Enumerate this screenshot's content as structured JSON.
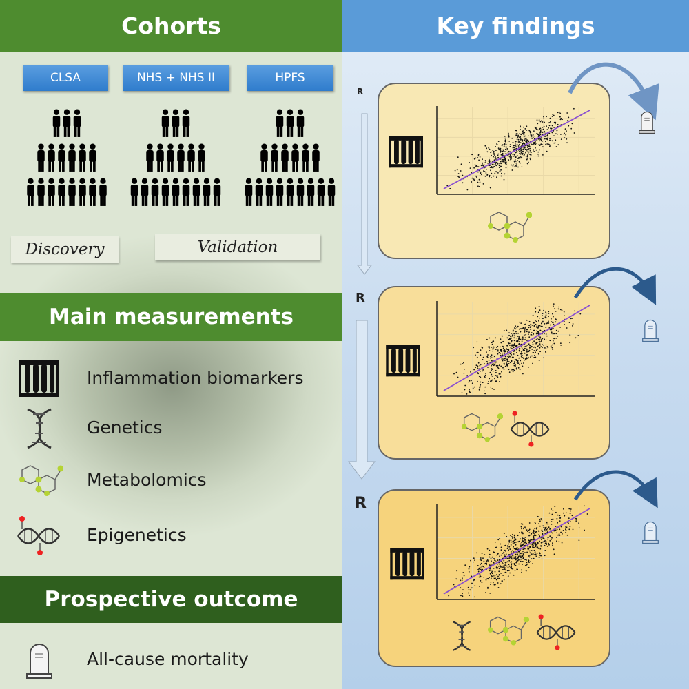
{
  "left": {
    "cohorts_title": "Cohorts",
    "cohort_boxes": [
      "CLSA",
      "NHS + NHS II",
      "HPFS"
    ],
    "phase_labels": [
      "Discovery",
      "Validation"
    ],
    "measurements_title": "Main measurements",
    "measurements": [
      {
        "label": "Inflammation biomarkers",
        "icon": "test-tubes-icon"
      },
      {
        "label": "Genetics",
        "icon": "dna-icon"
      },
      {
        "label": "Metabolomics",
        "icon": "metabolite-icon"
      },
      {
        "label": "Epigenetics",
        "icon": "methylated-dna-icon"
      }
    ],
    "outcome_title": "Prospective outcome",
    "outcome": {
      "label": "All-cause mortality",
      "icon": "tombstone-icon"
    }
  },
  "right": {
    "findings_title": "Key findings",
    "r_labels": [
      "R",
      "R",
      "R"
    ]
  },
  "colors": {
    "header_green": "#4e8c2f",
    "header_dark_green": "#2f5f1e",
    "header_blue": "#5a9bd8",
    "panel_yellow": "#f8e8b4",
    "panel_yellow_mid": "#f8de9a",
    "panel_yellow_deep": "#f6d37c",
    "regression_line": "#8a4fd1",
    "metabolite_green": "#b5d334"
  }
}
